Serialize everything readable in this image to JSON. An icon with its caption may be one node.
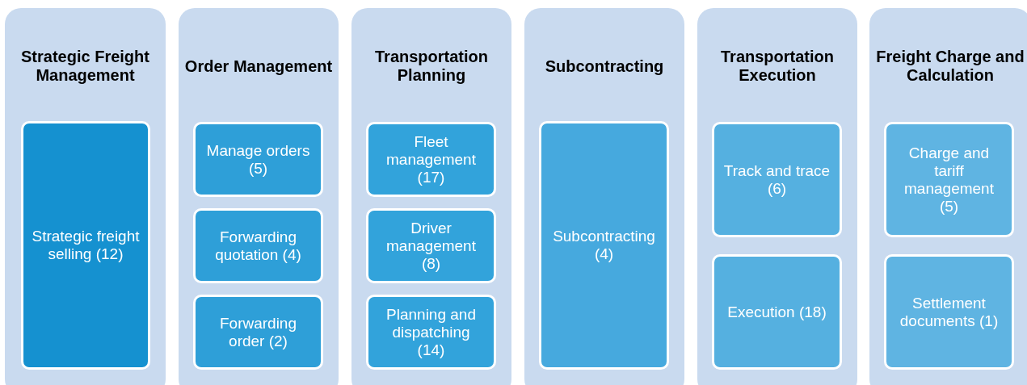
{
  "diagram": {
    "nodes": [
      {
        "text": [
          "Strategic Freight Management"
        ]
      },
      {
        "text": [
          "Strategic freight selling (12)"
        ],
        "in": 0
      },
      {
        "text": [
          "Order Management"
        ]
      },
      {
        "text": [
          "Manage orders (5)"
        ],
        "in": 2
      },
      {
        "text": [
          "Forwarding quotation (4)"
        ],
        "in": 2
      },
      {
        "text": [
          "Forwarding order (2)"
        ],
        "in": 2
      },
      {
        "text": [
          "Transportation Planning"
        ]
      },
      {
        "text": [
          "Fleet management (17)"
        ],
        "in": 6
      },
      {
        "text": [
          "Driver management (8)"
        ],
        "in": 6
      },
      {
        "text": [
          "Planning and dispatching (14)"
        ],
        "in": 6
      },
      {
        "text": [
          "Subcontracting"
        ]
      },
      {
        "text": [
          "Subcontracting (4)"
        ],
        "in": 10
      },
      {
        "text": [
          "Transportation Execution"
        ]
      },
      {
        "text": [
          "Track and trace (6)"
        ],
        "in": 12
      },
      {
        "text": [
          "Execution (18)"
        ],
        "in": 12
      },
      {
        "text": [
          "Freight Charge and Calculation"
        ]
      },
      {
        "text": [
          "Charge and tariff management (5)"
        ],
        "in": 15
      },
      {
        "text": [
          "Settlement documents (1)"
        ],
        "in": 15
      }
    ],
    "edges": []
  }
}
